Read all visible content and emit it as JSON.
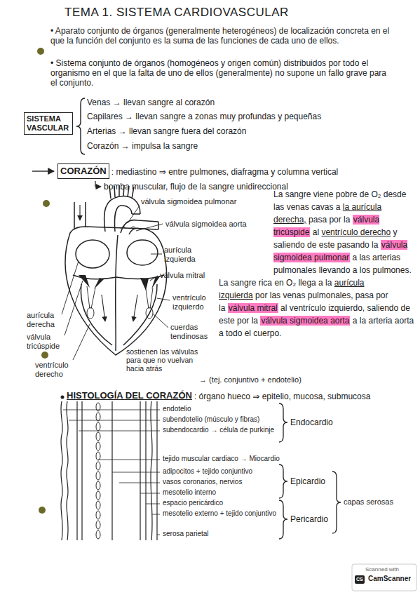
{
  "diagram": {
    "title": "TEMA 1. SISTEMA CARDIOVASCULAR",
    "nodes": [
      {
        "text": [
          "SISTEMA VASCULAR"
        ]
      },
      {
        "text": [
          "CORAZÓN"
        ]
      }
    ],
    "labels": [
      "• Aparato conjunto de órganos (generalmente heterogéneos) de localización concreta en el que la función del conjunto es la suma de las funciones de cada uno de ellos.",
      "• Sistema conjunto de órganos (homogéneos y origen común) distribuidos por todo el organismo en el que la falta de uno de ellos (generalmente) no supone un fallo grave para el conjunto.",
      "Venas → llevan sangre al corazón",
      "Capilares → llevan sangre a zonas muy profundas y pequeñas",
      "Arterias → llevan sangre fuera del corazón",
      "Corazón → impulsa la sangre",
      ": mediastino ⇒ entre pulmones, diafragma y columna vertical",
      "bomba muscular, flujo de la sangre unidireccional",
      "válvula sigmoidea pulmonar",
      "válvula sigmoidea aorta",
      "aurícula izquierda",
      "válvula mitral",
      "ventrículo izquierdo",
      "cuerdas tendinosas",
      "sostienen las válvulas para que no vuelvan hacia atrás",
      "→ (tej. conjuntivo + endotelio)",
      "aurícula derecha",
      "válvula tricúspide",
      "ventrículo derecho",
      "La sangre viene pobre de O₂ desde las venas cavas a",
      "la aurícula derecha,",
      "pasa por la",
      "válvula tricúspide",
      "al",
      "ventrículo derecho",
      "y saliendo de este pasando la",
      "válvula sigmoidea pulmonar",
      "a las arterias pulmonales llevando a los pulmones. La sangre rica en O₂ llega a la",
      "aurícula izquierda",
      "por las venas pulmonales, pasa por la",
      "válvula mitral",
      "al ventrículo izquierdo, saliendo de este por la",
      "válvula sigmoidea aorta",
      "a la arteria aorta a todo el cuerpo.",
      "HISTOLOGÍA DEL CORAZÓN",
      ": órgano hueco ⇒ epitelio, mucosa, submucosa",
      "endotelio",
      "subendotelio (músculo y fibras)",
      "subendocardio → célula de purkinje",
      "tejido muscular cardiaco → Miocardio",
      "adipocitos + tejido conjuntivo",
      "vasos coronarios, nervios",
      "mesotelio interno",
      "espacio pericárdico",
      "mesotelio externo + tejido conjuntivo",
      "serosa parietal",
      "Endocardio",
      "Epicardio",
      "Pericardio",
      "capas serosas",
      "Scanned with",
      "CS",
      "CamScanner"
    ]
  }
}
